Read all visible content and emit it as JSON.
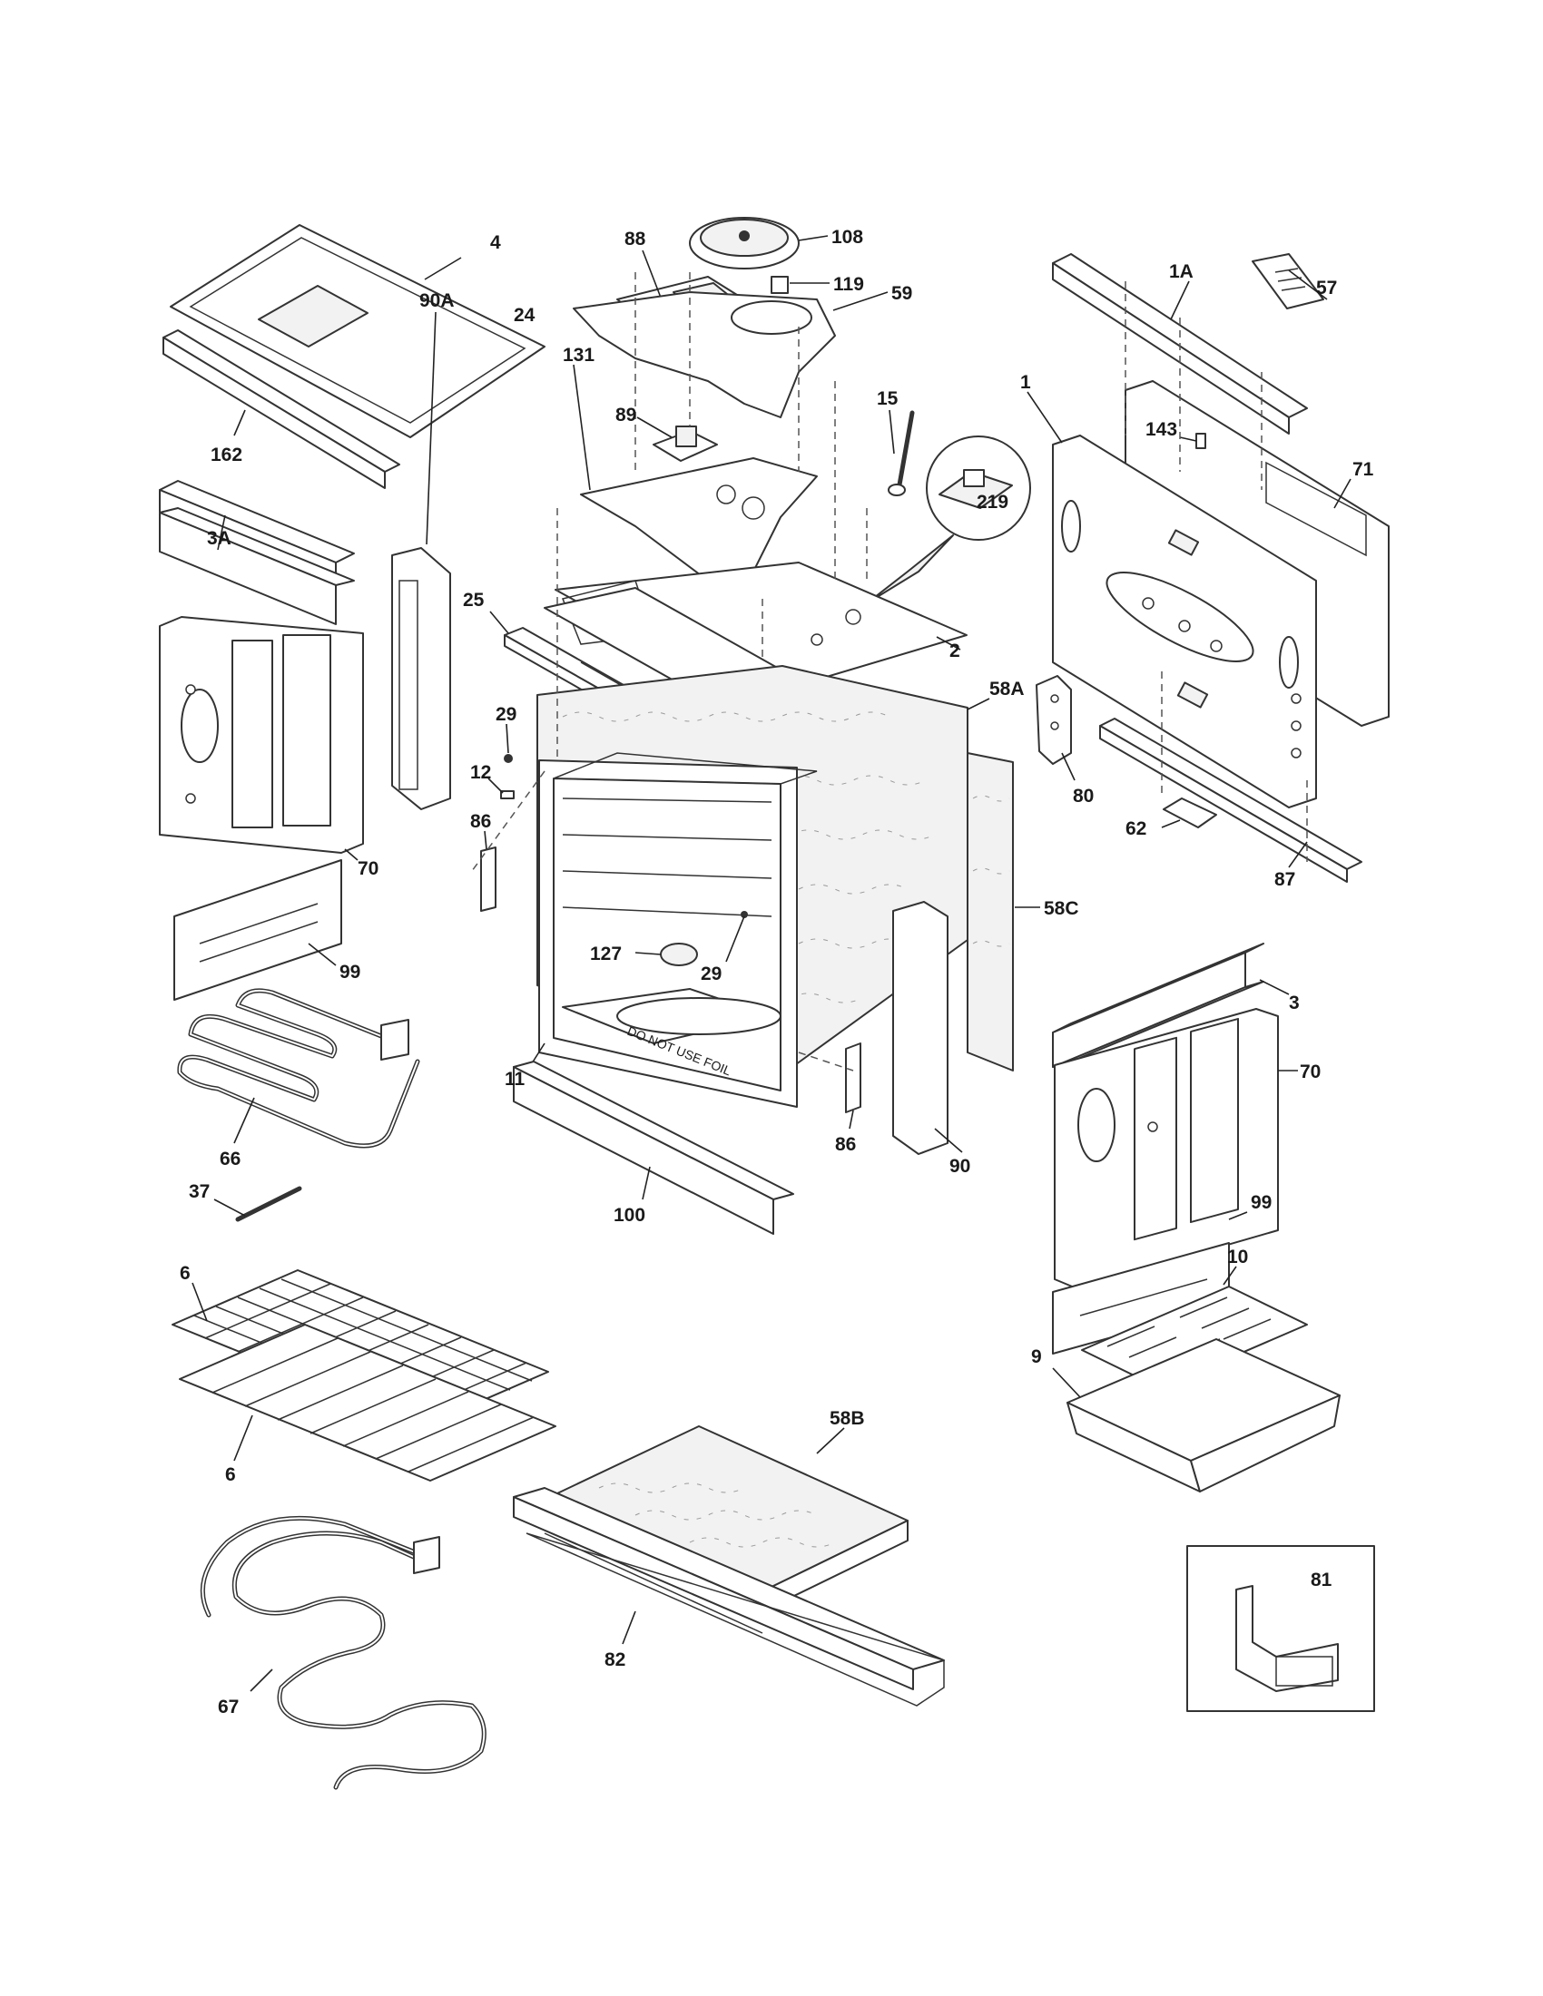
{
  "callouts": {
    "p4": "4",
    "p162": "162",
    "p88": "88",
    "p108": "108",
    "p119": "119",
    "p59": "59",
    "p1A": "1A",
    "p57": "57",
    "p89": "89",
    "p15": "15",
    "p131": "131",
    "p219": "219",
    "p1": "1",
    "p143": "143",
    "p71": "71",
    "p3A": "3A",
    "p90A": "90A",
    "p24": "24",
    "p25": "25",
    "p2": "2",
    "p58A": "58A",
    "p29a": "29",
    "p12": "12",
    "p86a": "86",
    "p70a": "70",
    "p80": "80",
    "p62": "62",
    "p87": "87",
    "p99a": "99",
    "p58C": "58C",
    "p127": "127",
    "p29b": "29",
    "p11": "11",
    "p3": "3",
    "p66": "66",
    "p70b": "70",
    "p86b": "86",
    "p90": "90",
    "p100": "100",
    "p37": "37",
    "p99b": "99",
    "p6a": "6",
    "p10": "10",
    "p58B": "58B",
    "p9": "9",
    "p6b": "6",
    "p82": "82",
    "p81": "81",
    "p67": "67"
  },
  "oven_bottom_text": "DO NOT USE FOIL"
}
